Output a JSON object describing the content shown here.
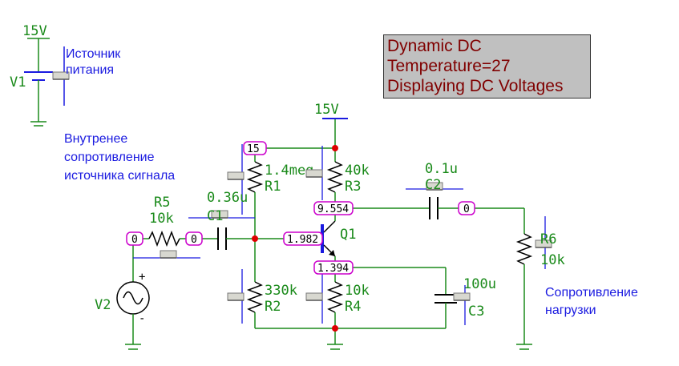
{
  "status_box": {
    "line1": "Dynamic DC",
    "line2": "Temperature=27",
    "line3": "Displaying DC Voltages"
  },
  "source_v1": {
    "voltage": "15V",
    "name": "V1",
    "note_line1": "Источник",
    "note_line2": "питания"
  },
  "supply_top": {
    "voltage": "15V"
  },
  "r5": {
    "name": "R5",
    "value": "10k"
  },
  "note_internal": {
    "line1": "Внутренее",
    "line2": "сопротивление",
    "line3": "источника сигнала"
  },
  "c1": {
    "name": "C1",
    "value": "0.36u"
  },
  "r1": {
    "name": "R1",
    "value": "1.4meg"
  },
  "r2": {
    "name": "R2",
    "value": "330k"
  },
  "r3": {
    "name": "R3",
    "value": "40k"
  },
  "r4": {
    "name": "R4",
    "value": "10k"
  },
  "c2": {
    "name": "C2",
    "value": "0.1u"
  },
  "c3": {
    "name": "C3",
    "value": "100u"
  },
  "r6": {
    "name": "R6",
    "value": "10k"
  },
  "q1": {
    "name": "Q1"
  },
  "v2": {
    "name": "V2",
    "plus": "+",
    "minus": "-"
  },
  "note_load": {
    "line1": "Сопротивление",
    "line2": "нагрузки"
  },
  "nodes": {
    "n_source": "0",
    "n_r5_out": "0",
    "n_top": "15",
    "n_base": "1.982",
    "n_collector": "9.554",
    "n_emitter": "1.394",
    "n_output": "0"
  },
  "colors": {
    "wire": "#1a8a1a",
    "blue": "#1a1ae0",
    "node_border": "#cc00cc",
    "junction": "#dd0000",
    "status_text": "#800000"
  }
}
